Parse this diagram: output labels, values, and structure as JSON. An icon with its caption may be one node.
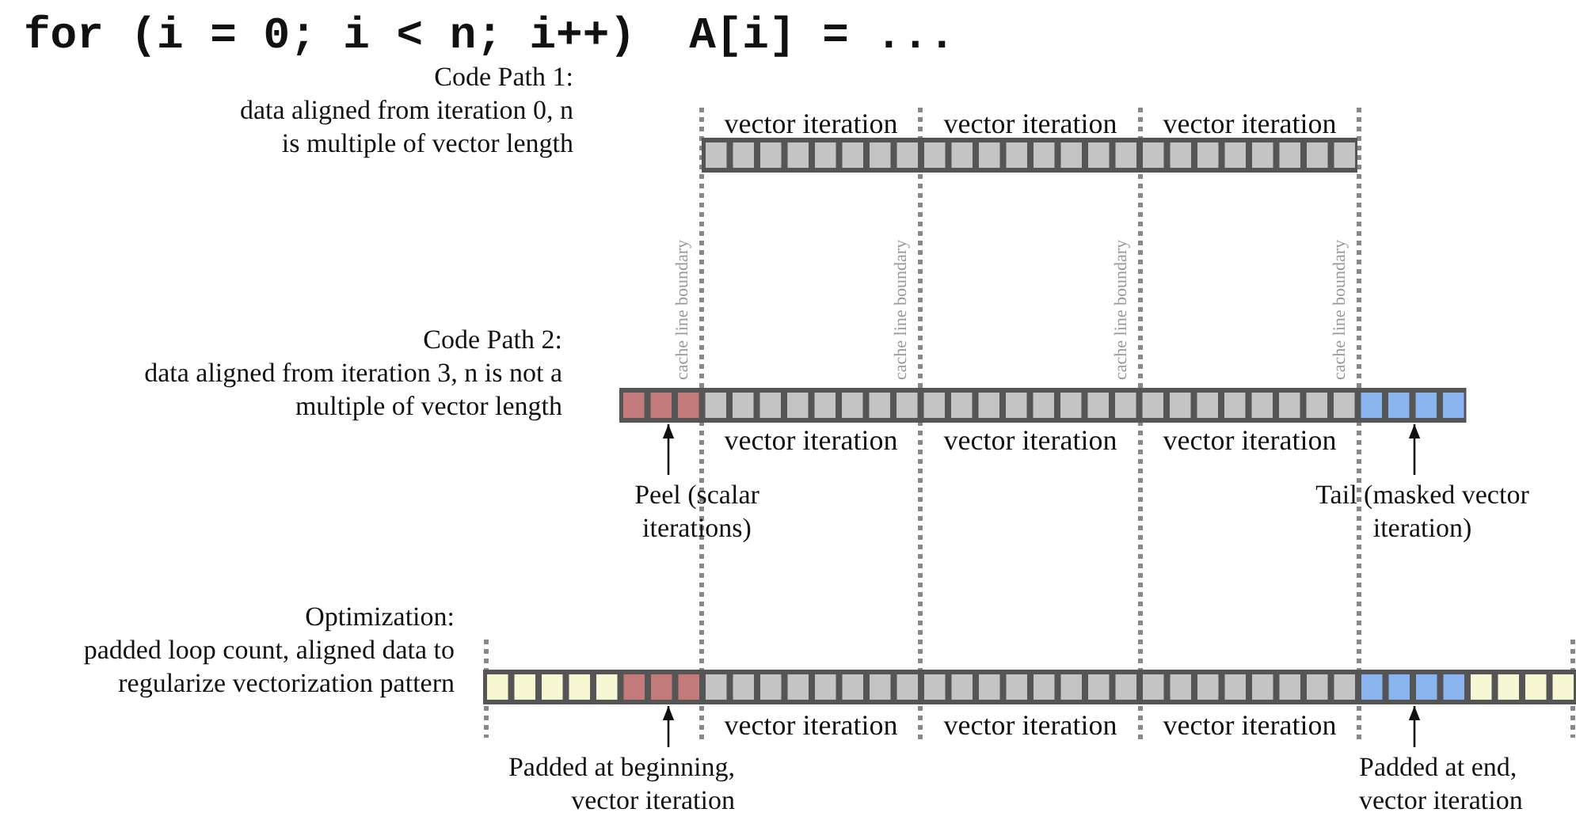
{
  "diagram": {
    "title": "for (i = 0; i < n; i++)  A[i] = ...",
    "nodes": [
      {
        "text": [],
        "shape": "bar"
      },
      {
        "text": [],
        "shape": "bar"
      },
      {
        "text": [],
        "shape": "bar"
      },
      {
        "text": [
          "Peel (scalar iterations)"
        ]
      },
      {
        "text": [
          "Tail (masked vector iteration)"
        ]
      },
      {
        "text": [
          "Padded at beginning, vector iteration"
        ]
      },
      {
        "text": [
          "Padded at end, vector iteration"
        ]
      }
    ],
    "edges": [
      {
        "from": 3,
        "to": 1,
        "arrow": "to"
      },
      {
        "from": 4,
        "to": 1,
        "arrow": "to"
      },
      {
        "from": 5,
        "to": 2,
        "arrow": "to"
      },
      {
        "from": 6,
        "to": 2,
        "arrow": "to"
      }
    ],
    "labels": [
      "Code Path 1:",
      "data aligned from iteration 0, n is multiple of vector length",
      "vector iteration",
      "vector iteration",
      "vector iteration",
      "cache line boundary",
      "cache line boundary",
      "cache line boundary",
      "cache line boundary",
      "Code Path 2:",
      "data aligned from iteration 3, n is not a multiple of vector length",
      "vector iteration",
      "vector iteration",
      "vector iteration",
      "Optimization:",
      "padded loop count, aligned data to regularize vectorization pattern",
      "vector iteration",
      "vector iteration",
      "vector iteration"
    ]
  }
}
